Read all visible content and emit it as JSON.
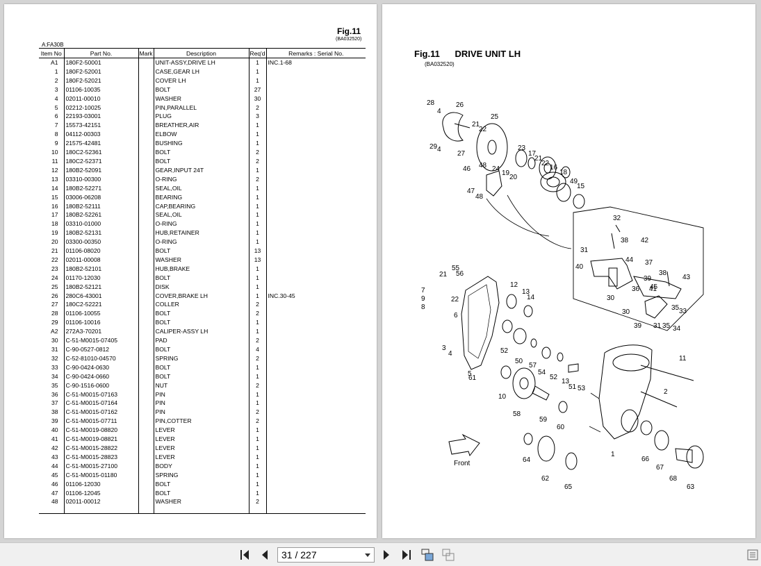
{
  "left_page": {
    "fig_label": "Fig.11",
    "fig_code": "(BA032520)",
    "model": "A:FA30B",
    "columns": [
      "Item No",
      "Part No.",
      "Mark",
      "Description",
      "Req'd",
      "Remarks : Serial No."
    ],
    "rows": [
      [
        "A1",
        "180F2-50001",
        "",
        "UNIT-ASSY,DRIVE LH",
        "1",
        "INC.1-68"
      ],
      [
        "1",
        "180F2-52001",
        "",
        "CASE,GEAR LH",
        "1",
        ""
      ],
      [
        "2",
        "180F2-52021",
        "",
        "COVER LH",
        "1",
        ""
      ],
      [
        "3",
        "01106-10035",
        "",
        "BOLT",
        "27",
        ""
      ],
      [
        "4",
        "02011-00010",
        "",
        "WASHER",
        "30",
        ""
      ],
      [
        "5",
        "02212-10025",
        "",
        "PIN,PARALLEL",
        "2",
        ""
      ],
      [
        "6",
        "22193-03001",
        "",
        "PLUG",
        "3",
        ""
      ],
      [
        "7",
        "15573-42151",
        "",
        "BREATHER,AIR",
        "1",
        ""
      ],
      [
        "8",
        "04112-00303",
        "",
        "ELBOW",
        "1",
        ""
      ],
      [
        "9",
        "21575-42481",
        "",
        "BUSHING",
        "1",
        ""
      ],
      [
        "10",
        "180C2-52361",
        "",
        "BOLT",
        "2",
        ""
      ],
      [
        "11",
        "180C2-52371",
        "",
        "BOLT",
        "2",
        ""
      ],
      [
        "12",
        "180B2-52091",
        "",
        "GEAR,INPUT 24T",
        "1",
        ""
      ],
      [
        "13",
        "03310-00300",
        "",
        "O-RING",
        "2",
        ""
      ],
      [
        "14",
        "180B2-52271",
        "",
        "SEAL,OIL",
        "1",
        ""
      ],
      [
        "15",
        "03006-06208",
        "",
        "BEARING",
        "1",
        ""
      ],
      [
        "16",
        "180B2-52111",
        "",
        "CAP,BEARING",
        "1",
        ""
      ],
      [
        "17",
        "180B2-52261",
        "",
        "SEAL,OIL",
        "1",
        ""
      ],
      [
        "18",
        "03310-01000",
        "",
        "O-RING",
        "1",
        ""
      ],
      [
        "19",
        "180B2-52131",
        "",
        "HUB,RETAINER",
        "1",
        ""
      ],
      [
        "20",
        "03300-00350",
        "",
        "O-RING",
        "1",
        ""
      ],
      [
        "21",
        "01106-08020",
        "",
        "BOLT",
        "13",
        ""
      ],
      [
        "22",
        "02011-00008",
        "",
        "WASHER",
        "13",
        ""
      ],
      [
        "23",
        "180B2-52101",
        "",
        "HUB,BRAKE",
        "1",
        ""
      ],
      [
        "24",
        "01170-12030",
        "",
        "BOLT",
        "1",
        ""
      ],
      [
        "25",
        "180B2-52121",
        "",
        "DISK",
        "1",
        ""
      ],
      [
        "26",
        "280C6-43001",
        "",
        "COVER,BRAKE LH",
        "1",
        "INC.30-45"
      ],
      [
        "27",
        "180C2-52221",
        "",
        "COLLER",
        "2",
        ""
      ],
      [
        "28",
        "01106-10055",
        "",
        "BOLT",
        "2",
        ""
      ],
      [
        "29",
        "01106-10016",
        "",
        "BOLT",
        "1",
        ""
      ],
      [
        "A2",
        "272A3-70201",
        "",
        "CALIPER-ASSY LH",
        "1",
        ""
      ],
      [
        "30",
        "C-51-M0015-07405",
        "",
        "PAD",
        "2",
        ""
      ],
      [
        "31",
        "C-90-0527-0812",
        "",
        "BOLT",
        "4",
        ""
      ],
      [
        "32",
        "C-52-81010-04570",
        "",
        "SPRING",
        "2",
        ""
      ],
      [
        "33",
        "C-90-0424-0630",
        "",
        "BOLT",
        "1",
        ""
      ],
      [
        "34",
        "C-90-0424-0660",
        "",
        "BOLT",
        "1",
        ""
      ],
      [
        "35",
        "C-90-1516-0600",
        "",
        "NUT",
        "2",
        ""
      ],
      [
        "36",
        "C-51-M0015-07163",
        "",
        "PIN",
        "1",
        ""
      ],
      [
        "37",
        "C-51-M0015-07164",
        "",
        "PIN",
        "1",
        ""
      ],
      [
        "38",
        "C-51-M0015-07162",
        "",
        "PIN",
        "2",
        ""
      ],
      [
        "39",
        "C-51-M0015-07711",
        "",
        "PIN,COTTER",
        "2",
        ""
      ],
      [
        "40",
        "C-51-M0019-08820",
        "",
        "LEVER",
        "1",
        ""
      ],
      [
        "41",
        "C-51-M0019-08821",
        "",
        "LEVER",
        "1",
        ""
      ],
      [
        "42",
        "C-51-M0015-28822",
        "",
        "LEVER",
        "1",
        ""
      ],
      [
        "43",
        "C-51-M0015-28823",
        "",
        "LEVER",
        "1",
        ""
      ],
      [
        "44",
        "C-51-M0015-27100",
        "",
        "BODY",
        "1",
        ""
      ],
      [
        "45",
        "C-51-M0015-01180",
        "",
        "SPRING",
        "1",
        ""
      ],
      [
        "46",
        "01106-12030",
        "",
        "BOLT",
        "1",
        ""
      ],
      [
        "47",
        "01106-12045",
        "",
        "BOLT",
        "1",
        ""
      ],
      [
        "48",
        "02011-00012",
        "",
        "WASHER",
        "2",
        ""
      ]
    ]
  },
  "right_page": {
    "fig_label": "Fig.11",
    "title": "DRIVE UNIT LH",
    "fig_code": "(BA032520)",
    "front_label": "Front",
    "callouts": [
      "28",
      "4",
      "26",
      "21",
      "22",
      "25",
      "29",
      "4",
      "27",
      "23",
      "17",
      "21",
      "22",
      "16",
      "46",
      "48",
      "24",
      "19",
      "20",
      "18",
      "49",
      "15",
      "47",
      "48",
      "32",
      "38",
      "42",
      "31",
      "44",
      "37",
      "40",
      "38",
      "43",
      "39",
      "45",
      "41",
      "36",
      "30",
      "35",
      "33",
      "30",
      "39",
      "31",
      "35",
      "34",
      "21",
      "55",
      "56",
      "22",
      "7",
      "9",
      "8",
      "12",
      "13",
      "14",
      "6",
      "3",
      "4",
      "52",
      "50",
      "57",
      "54",
      "52",
      "13",
      "51",
      "53",
      "11",
      "5",
      "2",
      "61",
      "10",
      "58",
      "59",
      "60",
      "1",
      "64",
      "62",
      "65",
      "66",
      "67",
      "68",
      "63"
    ]
  },
  "toolbar": {
    "page_indicator": "31 / 227",
    "icons": [
      "first-page-icon",
      "prev-page-icon",
      "next-page-icon",
      "last-page-icon",
      "continuous-view-icon",
      "single-view-icon",
      "menu-icon"
    ]
  }
}
